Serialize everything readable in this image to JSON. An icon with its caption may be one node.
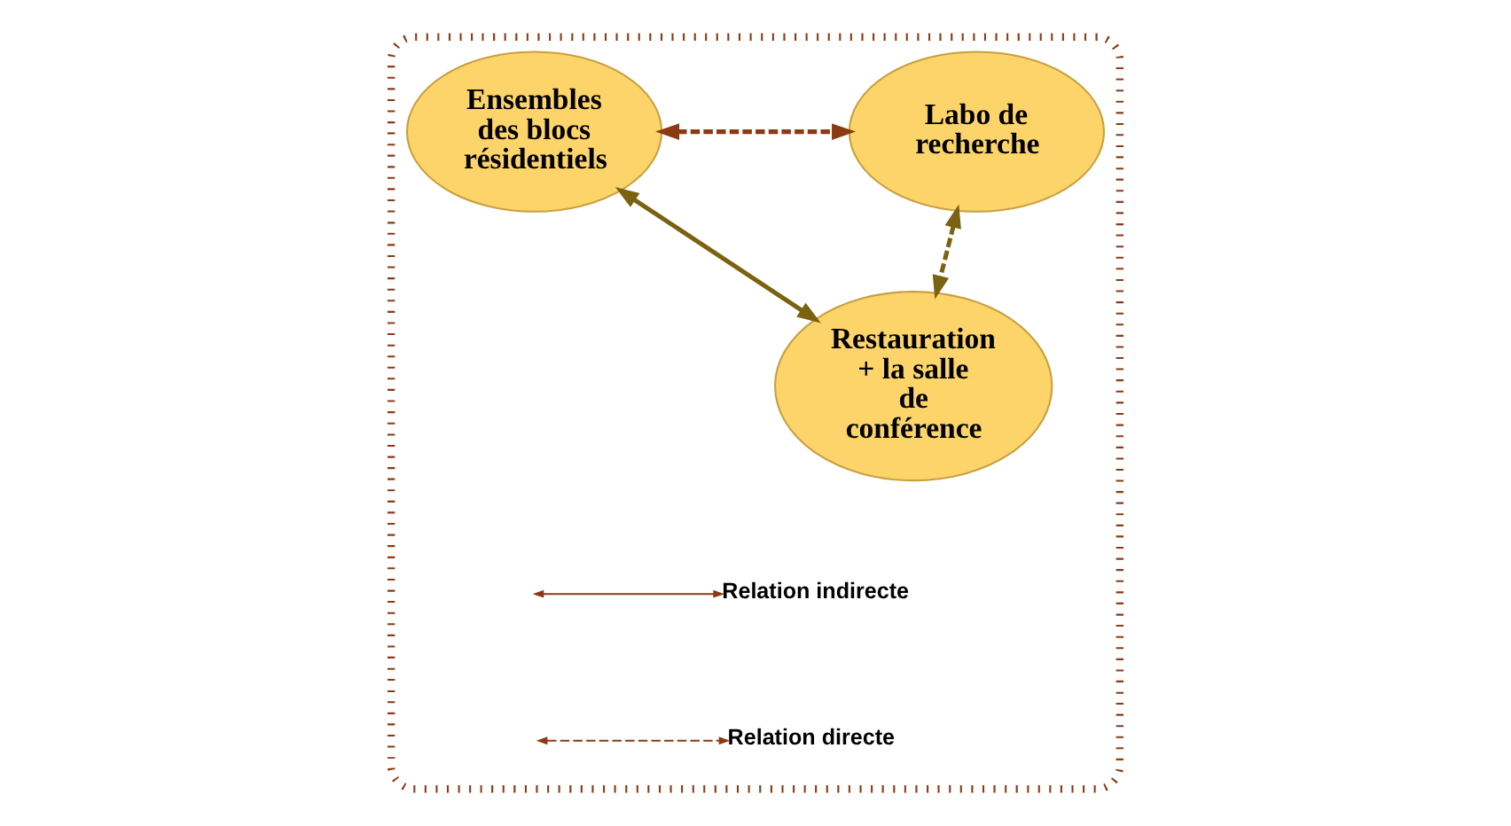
{
  "diagram": {
    "nodes": [
      {
        "text": [],
        "shape": "box"
      },
      {
        "text": [
          "Ensembles des blocs résidentiels"
        ],
        "in": 0
      },
      {
        "text": [
          "Labo de recherche"
        ],
        "in": 0
      },
      {
        "text": [
          "Restauration + la salle de conférence"
        ],
        "in": 0
      }
    ],
    "edges": [
      {
        "from": 1,
        "to": 2,
        "arrow": "both",
        "style": "dashed",
        "color": "#8b3a12"
      },
      {
        "from": 1,
        "to": 3,
        "arrow": "both"
      },
      {
        "from": 2,
        "to": 3,
        "arrow": "both",
        "style": "dashed"
      }
    ],
    "legend": [
      {
        "text": "Relation indirecte"
      },
      {
        "text": "Relation directe"
      }
    ]
  }
}
